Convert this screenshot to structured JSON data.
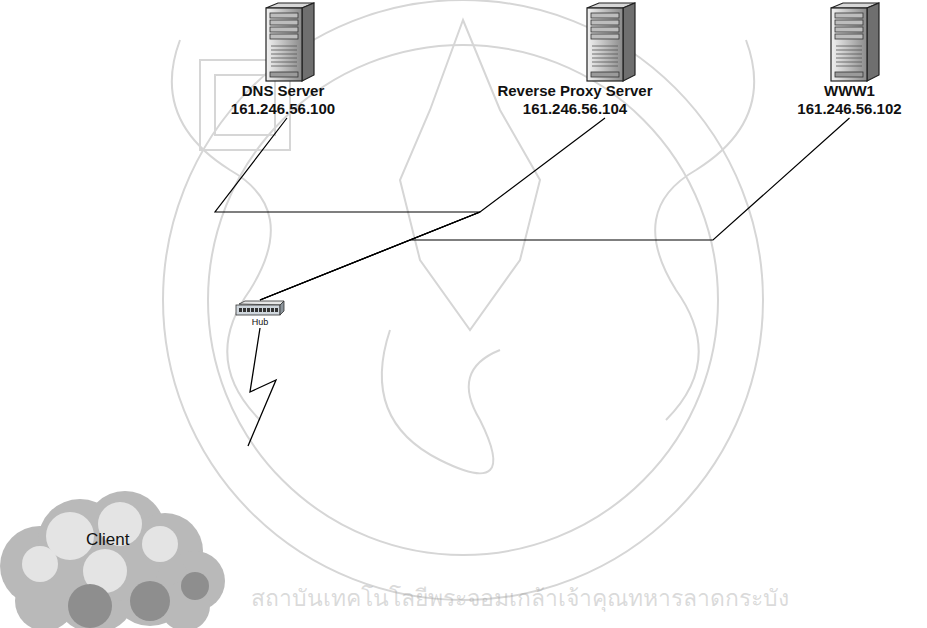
{
  "diagram": {
    "nodes": [
      {
        "text": [
          "DNS Server",
          "161.246.56.100"
        ]
      },
      {
        "text": [
          "Reverse Proxy Server",
          "161.246.56.104"
        ]
      },
      {
        "text": [
          "WWW1",
          "161.246.56.102"
        ]
      },
      {
        "text": [
          "Hub"
        ]
      },
      {
        "text": [
          "Client"
        ]
      }
    ],
    "edges": [
      {
        "from": 0,
        "to": 3,
        "arrow": "none"
      },
      {
        "from": 1,
        "to": 3,
        "arrow": "none"
      },
      {
        "from": 2,
        "to": 3,
        "arrow": "none"
      },
      {
        "from": 3,
        "to": 4,
        "arrow": "none"
      }
    ],
    "labels": [
      "สถาบันเทคโนโลยีพระจอมเกล้าเจ้าคุณทหารลาดกระบัง"
    ]
  }
}
